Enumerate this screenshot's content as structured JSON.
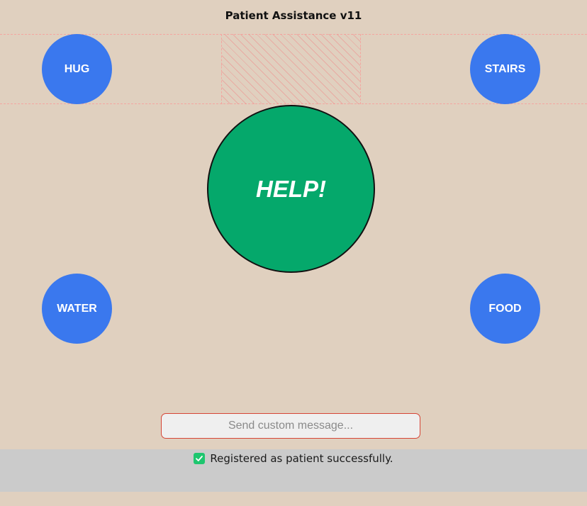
{
  "app": {
    "title": "Patient Assistance v11"
  },
  "quick_buttons": {
    "hug": "HUG",
    "stairs": "STAIRS",
    "water": "WATER",
    "food": "FOOD"
  },
  "help_button": {
    "label": "HELP!"
  },
  "custom_message": {
    "placeholder": "Send custom message...",
    "value": ""
  },
  "status": {
    "icon": "check-icon",
    "text": "Registered as patient successfully."
  },
  "colors": {
    "background": "#e0d0bf",
    "quick_button": "#3a78ee",
    "help_button": "#05a86b",
    "status_bar": "#cbcbcb",
    "check": "#1ec66f",
    "input_border": "#d64536"
  }
}
